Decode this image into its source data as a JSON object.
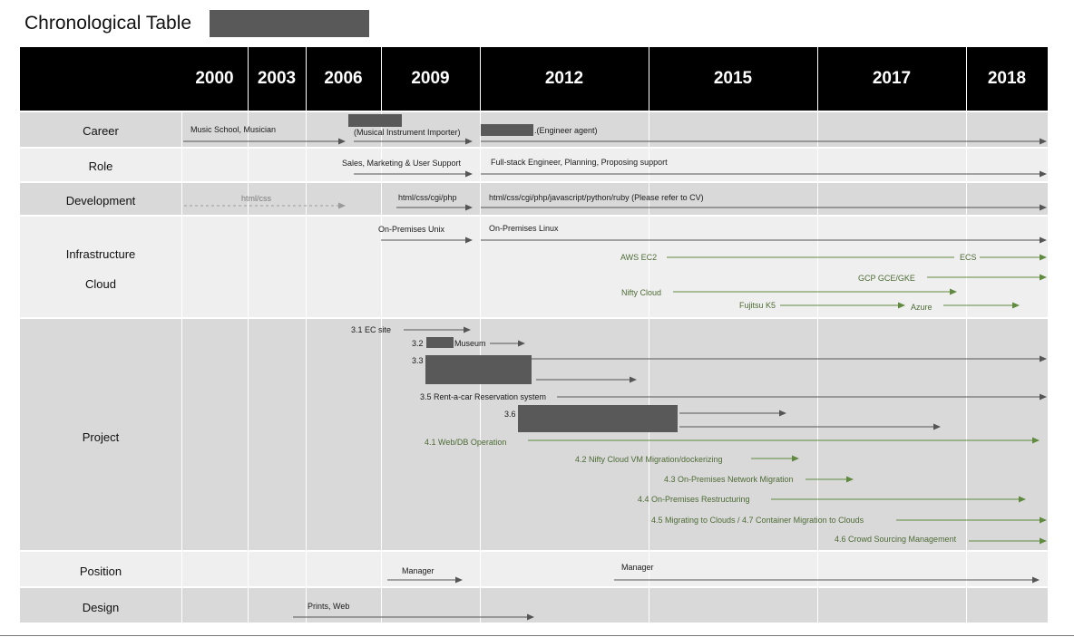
{
  "title": "Chronological Table",
  "years": [
    "2000",
    "2003",
    "2006",
    "2009",
    "2012",
    "2015",
    "2017",
    "2018"
  ],
  "rows": {
    "career": "Career",
    "role": "Role",
    "development": "Development",
    "infrastructure": "Infrastructure",
    "cloud": "Cloud",
    "project": "Project",
    "position": "Position",
    "design": "Design"
  },
  "labels": {
    "music_school": "Music School, Musician",
    "instrument_importer": "(Musical Instrument Importer)",
    "engineer_agent": ".(Engineer agent)",
    "sales_marketing": "Sales, Marketing & User Support",
    "fullstack": "Full-stack Engineer, Planning, Proposing support",
    "html_css": "html/css",
    "html_css_cgi_php": "html/css/cgi/php",
    "html_css_full": "html/css/cgi/php/javascript/python/ruby (Please refer to CV)",
    "onprem_unix": "On-Premises Unix",
    "onprem_linux": "On-Premises Linux",
    "aws_ec2": "AWS EC2",
    "ecs": "ECS",
    "gcp": "GCP GCE/GKE",
    "nifty_cloud": "Nifty Cloud",
    "fujitsu_k5": "Fujitsu K5",
    "azure": "Azure",
    "p31": "3.1 EC site",
    "p32a": "3.2",
    "p32b": "Museum",
    "p33": "3.3",
    "p35": "3.5 Rent-a-car Reservation system",
    "p36": "3.6",
    "p41": "4.1 Web/DB Operation",
    "p42": "4.2 Nifty Cloud VM Migration/dockerizing",
    "p43": "4.3 On-Premises Network Migration",
    "p44": "4.4 On-Premises Restructuring",
    "p45": "4.5 Migrating to Clouds / 4.7 Container Migration to Clouds",
    "p46": "4.6 Crowd Sourcing Management",
    "manager1": "Manager",
    "manager2": "Manager",
    "prints_web": "Prints, Web"
  },
  "colors": {
    "header": "#000000",
    "band_dark": "#d9d9d9",
    "band_light": "#efefef",
    "arrow_dark": "#555555",
    "arrow_green": "#5f8a3f",
    "redaction": "#595959"
  }
}
